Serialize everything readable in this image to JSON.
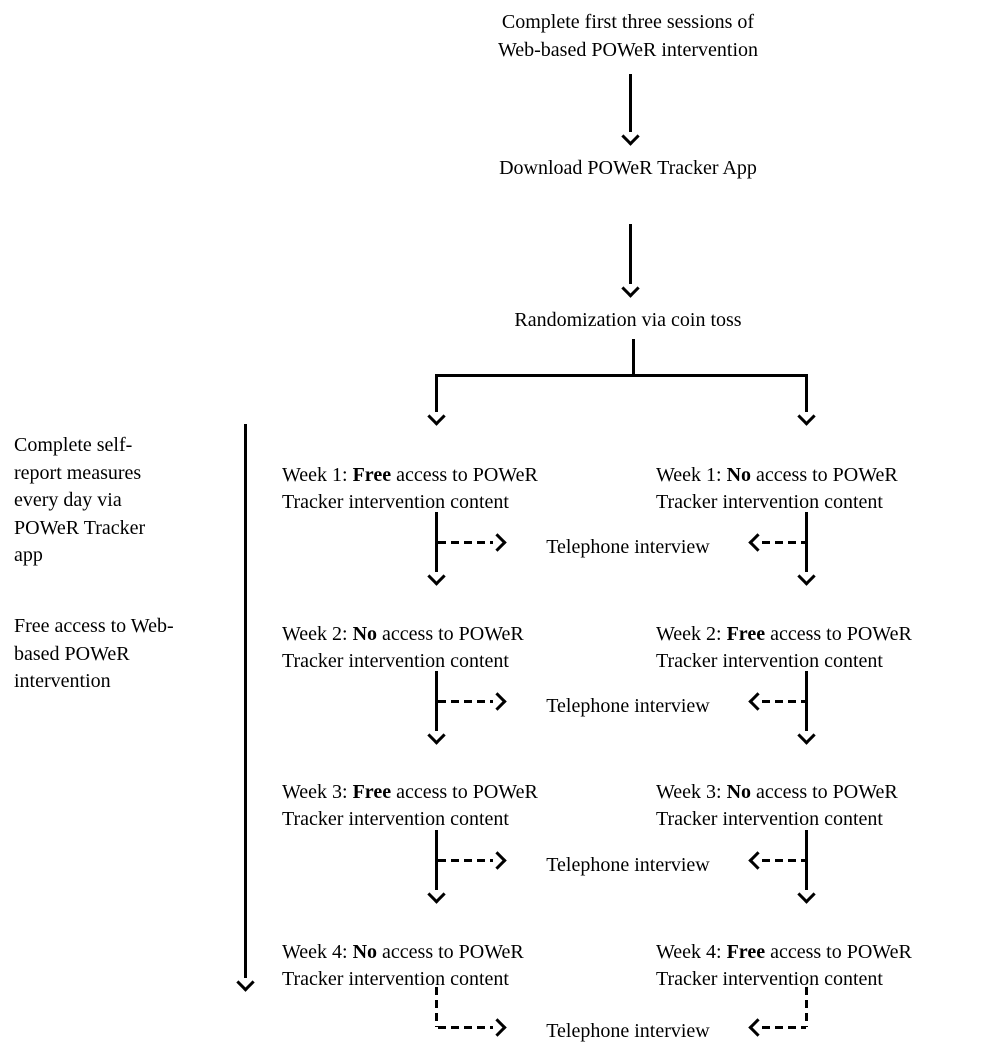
{
  "colors": {
    "background": "#ffffff",
    "ink": "#000000"
  },
  "flow": {
    "step1": "Complete first three sessions of\nWeb-based POWeR intervention",
    "step2": "Download POWeR Tracker App",
    "step3": "Randomization via coin toss"
  },
  "sidebar": {
    "note1": "Complete self-\nreport measures\nevery day via\nPOWeR Tracker\napp",
    "note2": "Free access to Web-\nbased POWeR\nintervention"
  },
  "telephone_label": "Telephone interview",
  "weeks": [
    {
      "left": {
        "prefix": "Week 1: ",
        "bold": "Free",
        "suffix": " access to POWeR\nTracker intervention content"
      },
      "right": {
        "prefix": "Week 1: ",
        "bold": "No",
        "suffix": " access to POWeR\nTracker intervention content"
      }
    },
    {
      "left": {
        "prefix": "Week 2: ",
        "bold": "No",
        "suffix": " access to POWeR\nTracker intervention content"
      },
      "right": {
        "prefix": "Week 2: ",
        "bold": "Free",
        "suffix": " access to POWeR\nTracker intervention content"
      }
    },
    {
      "left": {
        "prefix": "Week 3: ",
        "bold": "Free",
        "suffix": " access to POWeR\nTracker intervention content"
      },
      "right": {
        "prefix": "Week 3: ",
        "bold": "No",
        "suffix": " access to POWeR\nTracker intervention content"
      }
    },
    {
      "left": {
        "prefix": "Week 4: ",
        "bold": "No",
        "suffix": " access to POWeR\nTracker intervention content"
      },
      "right": {
        "prefix": "Week 4: ",
        "bold": "Free",
        "suffix": " access to POWeR\nTracker intervention content"
      }
    }
  ]
}
